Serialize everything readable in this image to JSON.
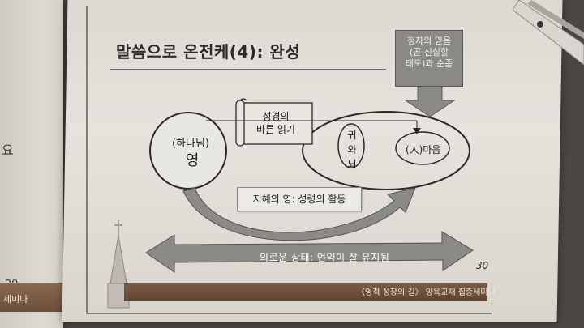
{
  "left_page": {
    "fragments": [
      "요",
      "29"
    ],
    "bottom_label": "세미나"
  },
  "slide": {
    "title": "말씀으로 온전케(4): 완성",
    "callout_lines": [
      "청자의 믿음",
      "(곧 신실할",
      "태도)과 순종"
    ],
    "scroll_text_lines": [
      "성경의",
      "바른 읽기"
    ],
    "spirit_sub": "(하나님)",
    "spirit_main": "영",
    "ear_chars": [
      "귀",
      "와",
      "뇌"
    ],
    "mind": "(人)마음",
    "wisdom": "지혜의 영: 성령의 활동",
    "arrow_text": "의로운 상태: 언약이 잘 유지됨",
    "page_number": "30",
    "footer": "〈영적 성장의 길〉 양육교재 집중세미나"
  },
  "colors": {
    "arrow_gray": "#8b8a87",
    "footer_brown": "#6b4e3a",
    "paper": "#e3e0da"
  }
}
